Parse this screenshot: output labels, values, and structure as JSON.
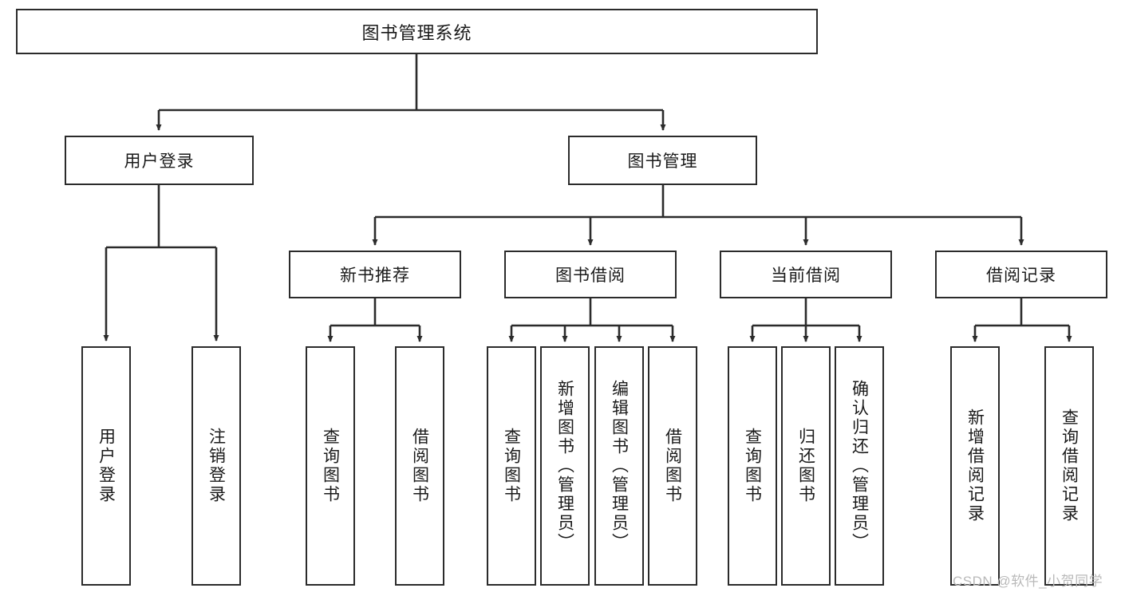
{
  "diagram": {
    "type": "tree",
    "title": "图书管理系统",
    "theme": {
      "box_border": "#2b2b2b",
      "box_fill": "#ffffff",
      "line": "#2b2b2b",
      "text": "#1a1a1a",
      "watermark": "#b9b9b9"
    },
    "root": {
      "label": "图书管理系统"
    },
    "level1": [
      {
        "label": "用户登录"
      },
      {
        "label": "图书管理"
      }
    ],
    "level2": [
      {
        "label": "新书推荐"
      },
      {
        "label": "图书借阅"
      },
      {
        "label": "当前借阅"
      },
      {
        "label": "借阅记录"
      }
    ],
    "leaves": {
      "user_login": [
        {
          "label": "用户登录"
        },
        {
          "label": "注销登录"
        }
      ],
      "new_book": [
        {
          "label": "查询图书"
        },
        {
          "label": "借阅图书"
        }
      ],
      "book_borrow": [
        {
          "label": "查询图书"
        },
        {
          "label": "新增图书（管理员）"
        },
        {
          "label": "编辑图书（管理员）"
        },
        {
          "label": "借阅图书"
        }
      ],
      "current_borrow": [
        {
          "label": "查询图书"
        },
        {
          "label": "归还图书"
        },
        {
          "label": "确认归还（管理员）"
        }
      ],
      "borrow_record": [
        {
          "label": "新增借阅记录"
        },
        {
          "label": "查询借阅记录"
        }
      ]
    },
    "watermark": "CSDN @软件_小贺同学"
  }
}
